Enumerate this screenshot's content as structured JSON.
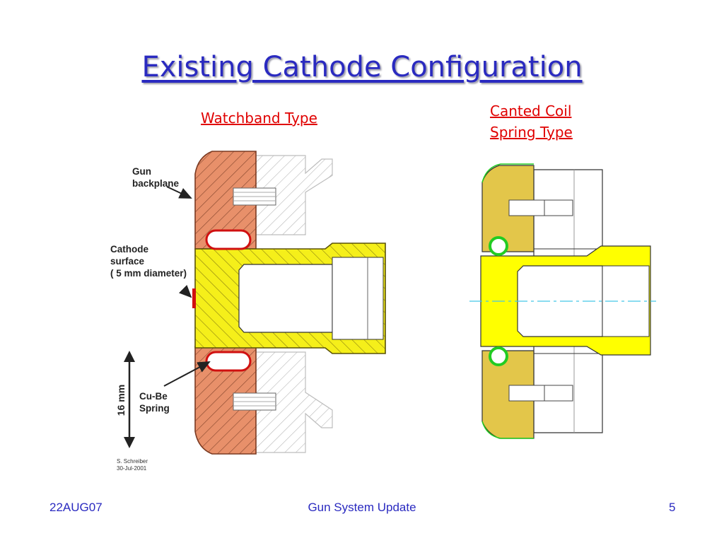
{
  "title": "Existing Cathode Configuration",
  "left_diagram": {
    "heading": "Watchband Type",
    "labels": {
      "gun_backplane": [
        "Gun",
        "backplane"
      ],
      "cathode_surface": [
        "Cathode",
        "surface",
        "( 5 mm diameter)"
      ],
      "dimension": "16 mm",
      "spring": [
        "Cu-Be",
        "Spring"
      ]
    },
    "signature": [
      "S. Schreiber",
      "30-Jul-2001"
    ]
  },
  "right_diagram": {
    "heading": [
      "Canted Coil",
      "Spring Type"
    ]
  },
  "colors": {
    "title": "#2a2ac0",
    "heading": "#e00000",
    "backplane_copper": "#e8906a",
    "cathode_yellow": "#f5ef1a",
    "backplane_gold": "#e3c64a",
    "spring_green": "#22cc22",
    "spring_red": "#d01010",
    "axis_cyan": "#44c8e8"
  },
  "footer": {
    "date": "22AUG07",
    "center": "Gun System Update",
    "page": "5"
  }
}
